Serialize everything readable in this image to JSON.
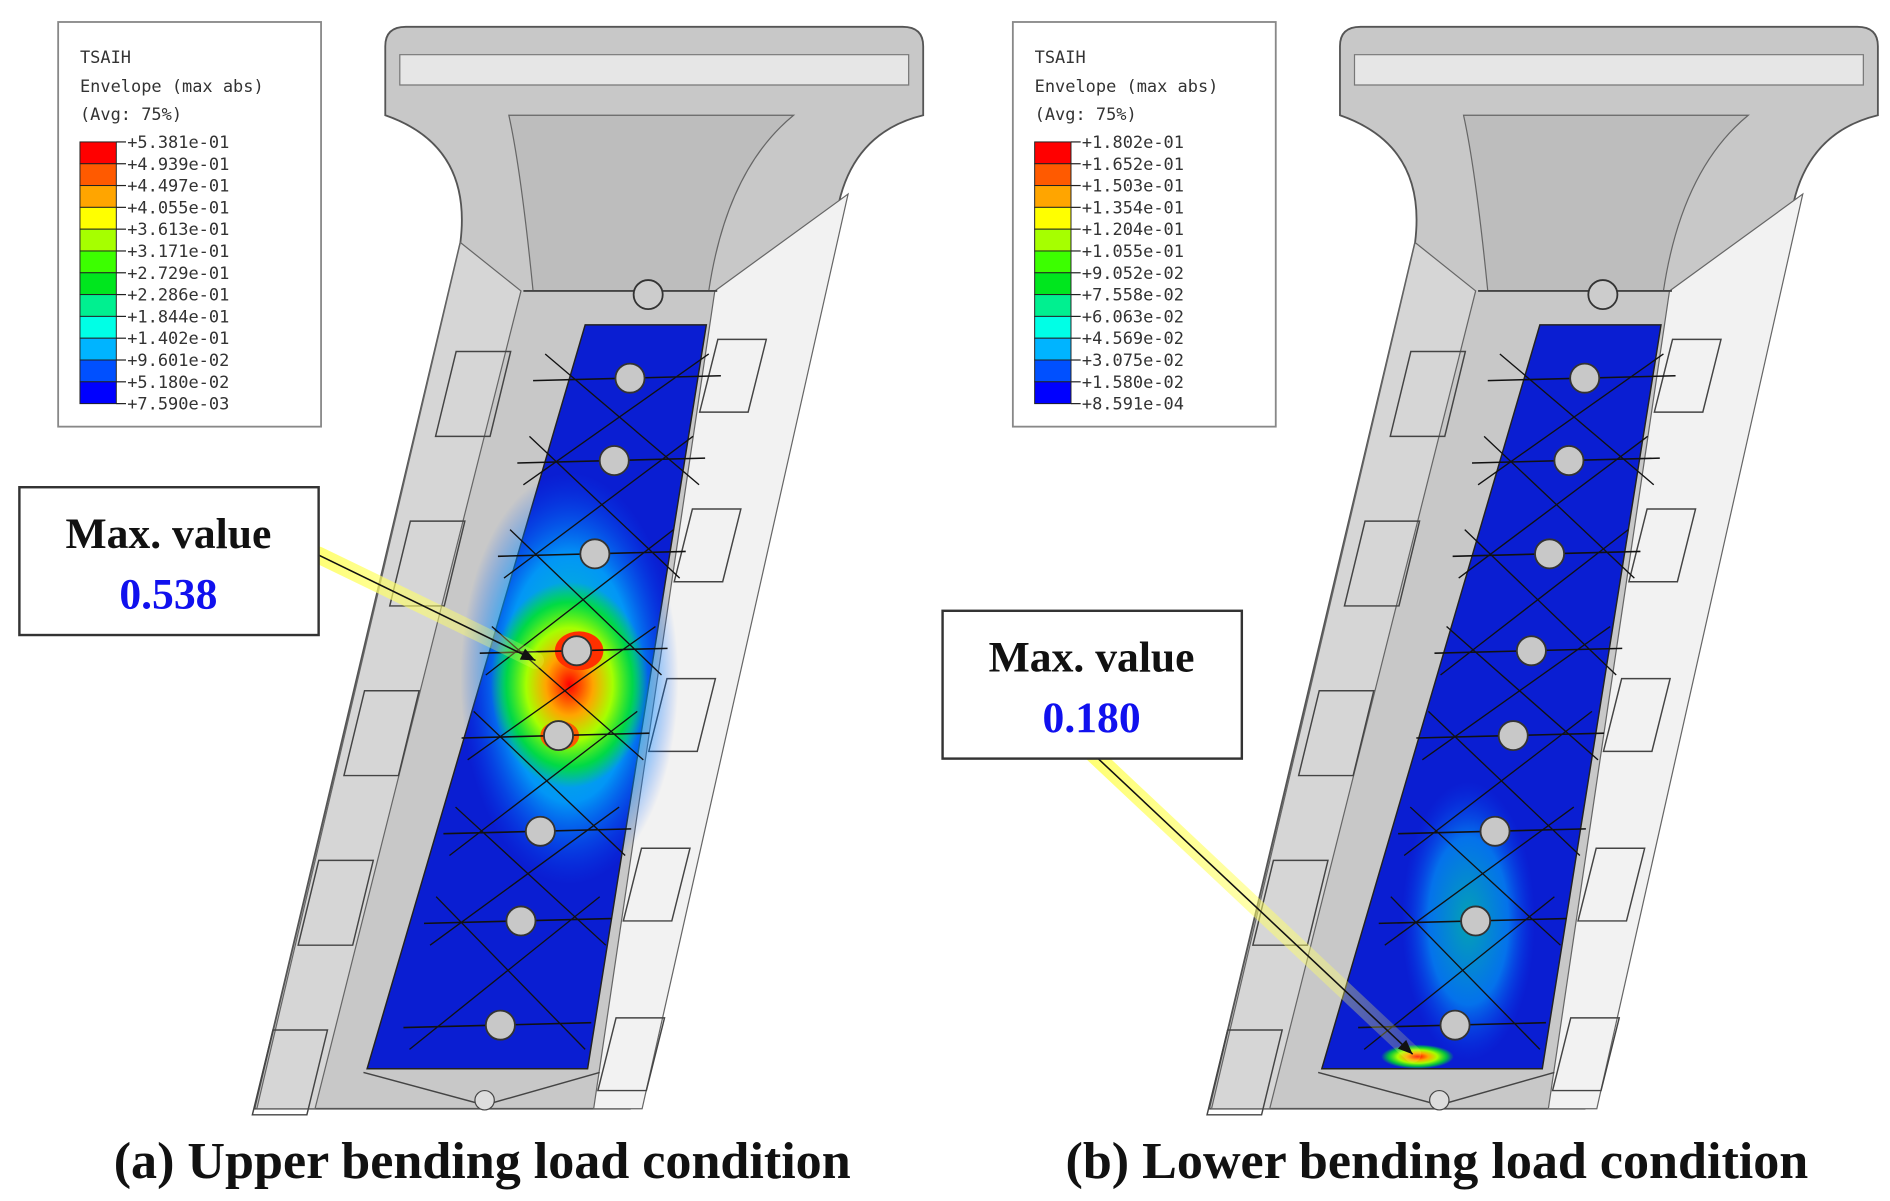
{
  "legend_colors": [
    "#ff0000",
    "#ff5a00",
    "#ffa500",
    "#ffff00",
    "#a6ff00",
    "#3cff00",
    "#00e61e",
    "#00f090",
    "#00ffe6",
    "#00b4ff",
    "#0050ff",
    "#0000ff"
  ],
  "panels": [
    {
      "legend": {
        "title": "TSAIH",
        "subtitle": "Envelope (max abs)",
        "avg": "(Avg: 75%)",
        "values": [
          "+5.381e-01",
          "+4.939e-01",
          "+4.497e-01",
          "+4.055e-01",
          "+3.613e-01",
          "+3.171e-01",
          "+2.729e-01",
          "+2.286e-01",
          "+1.844e-01",
          "+1.402e-01",
          "+9.601e-02",
          "+5.180e-02",
          "+7.590e-03"
        ]
      },
      "callout": {
        "label": "Max. value",
        "value": "0.538"
      },
      "caption": "(a) Upper bending load condition"
    },
    {
      "legend": {
        "title": "TSAIH",
        "subtitle": "Envelope (max abs)",
        "avg": "(Avg: 75%)",
        "values": [
          "+1.802e-01",
          "+1.652e-01",
          "+1.503e-01",
          "+1.354e-01",
          "+1.204e-01",
          "+1.055e-01",
          "+9.052e-02",
          "+7.558e-02",
          "+6.063e-02",
          "+4.569e-02",
          "+3.075e-02",
          "+1.580e-02",
          "+8.591e-04"
        ]
      },
      "callout": {
        "label": "Max. value",
        "value": "0.180"
      },
      "caption": "(b) Lower bending load condition"
    }
  ],
  "colors": {
    "value_text": "#1010ee",
    "panel_blue": "#0a1ed2"
  }
}
